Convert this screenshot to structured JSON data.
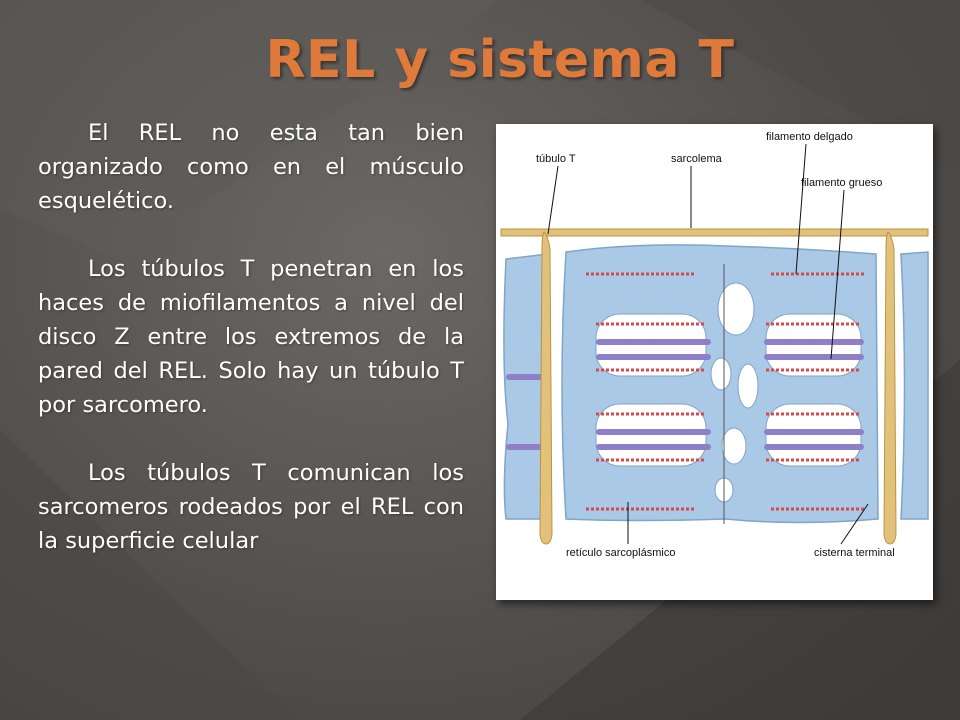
{
  "slide": {
    "title": "REL y sistema T",
    "paragraphs": [
      "El REL no esta tan bien organizado como en el músculo esquelético.",
      "Los túbulos T penetran en los haces de miofilamentos a nivel del disco Z entre los extremos de la pared del REL. Solo hay un túbulo T por sarcomero.",
      "Los túbulos T comunican los sarcomeros rodeados por el REL con la superficie celular"
    ],
    "accent_color": "#e07a3a"
  },
  "figure": {
    "labels": {
      "tubulo_t": "túbulo T",
      "sarcolema": "sarcolema",
      "filamento_delgado": "filamento delgado",
      "filamento_grueso": "filamento grueso",
      "reticulo": "retículo sarcoplásmico",
      "cisterna": "cisterna terminal"
    },
    "colors": {
      "reticulum": "#a9c9e6",
      "reticulum_edge": "#7fa5c8",
      "tubule": "#e2c27a",
      "thin_filament": "#d84a4a",
      "thick_filament": "#8f7fc9"
    }
  }
}
